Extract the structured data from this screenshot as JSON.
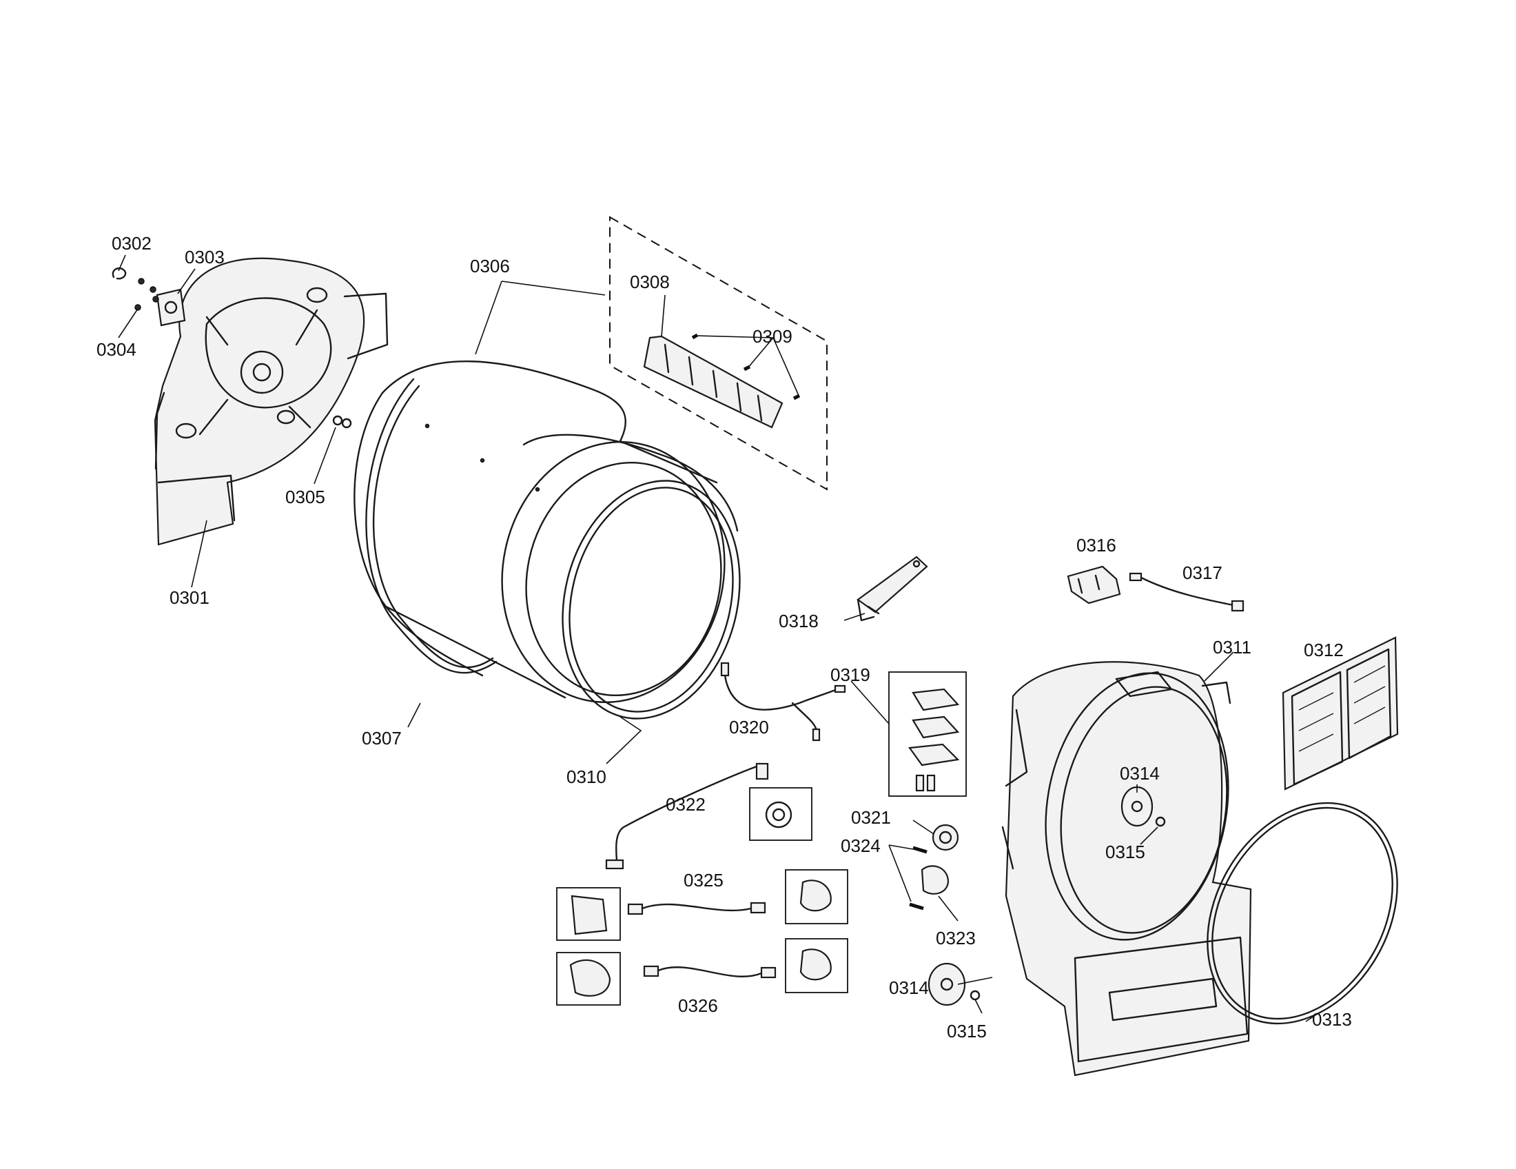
{
  "labels": {
    "p0301": "0301",
    "p0302": "0302",
    "p0303": "0303",
    "p0304": "0304",
    "p0305": "0305",
    "p0306": "0306",
    "p0307": "0307",
    "p0308": "0308",
    "p0309": "0309",
    "p0310": "0310",
    "p0311": "0311",
    "p0312": "0312",
    "p0313": "0313",
    "p0314a": "0314",
    "p0314b": "0314",
    "p0315a": "0315",
    "p0315b": "0315",
    "p0316": "0316",
    "p0317": "0317",
    "p0318": "0318",
    "p0319": "0319",
    "p0320": "0320",
    "p0321": "0321",
    "p0322": "0322",
    "p0323": "0323",
    "p0324": "0324",
    "p0325": "0325",
    "p0326": "0326"
  }
}
